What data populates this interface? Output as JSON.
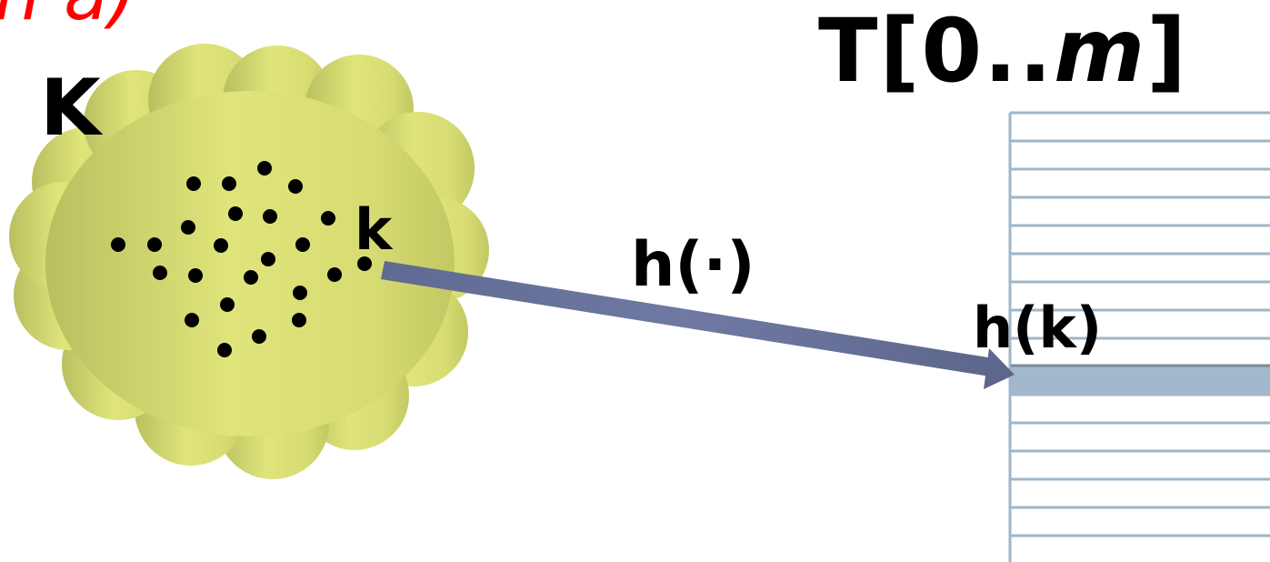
{
  "top_fragment": "n a)",
  "key_set_label": "K",
  "key_label": "k",
  "hash_function_label": "h(·)",
  "hash_value_label": "h(k)",
  "table": {
    "prefix": "T[0..",
    "size_var": "m",
    "suffix": "]"
  },
  "colors": {
    "accent_red": "#ff0000",
    "cloud_light": "#dfe57a",
    "cloud_dark": "#b9c05e",
    "arrow": "#6a749e",
    "table_line": "#9fb6c9",
    "highlight_slot": "#a2b8cc"
  }
}
